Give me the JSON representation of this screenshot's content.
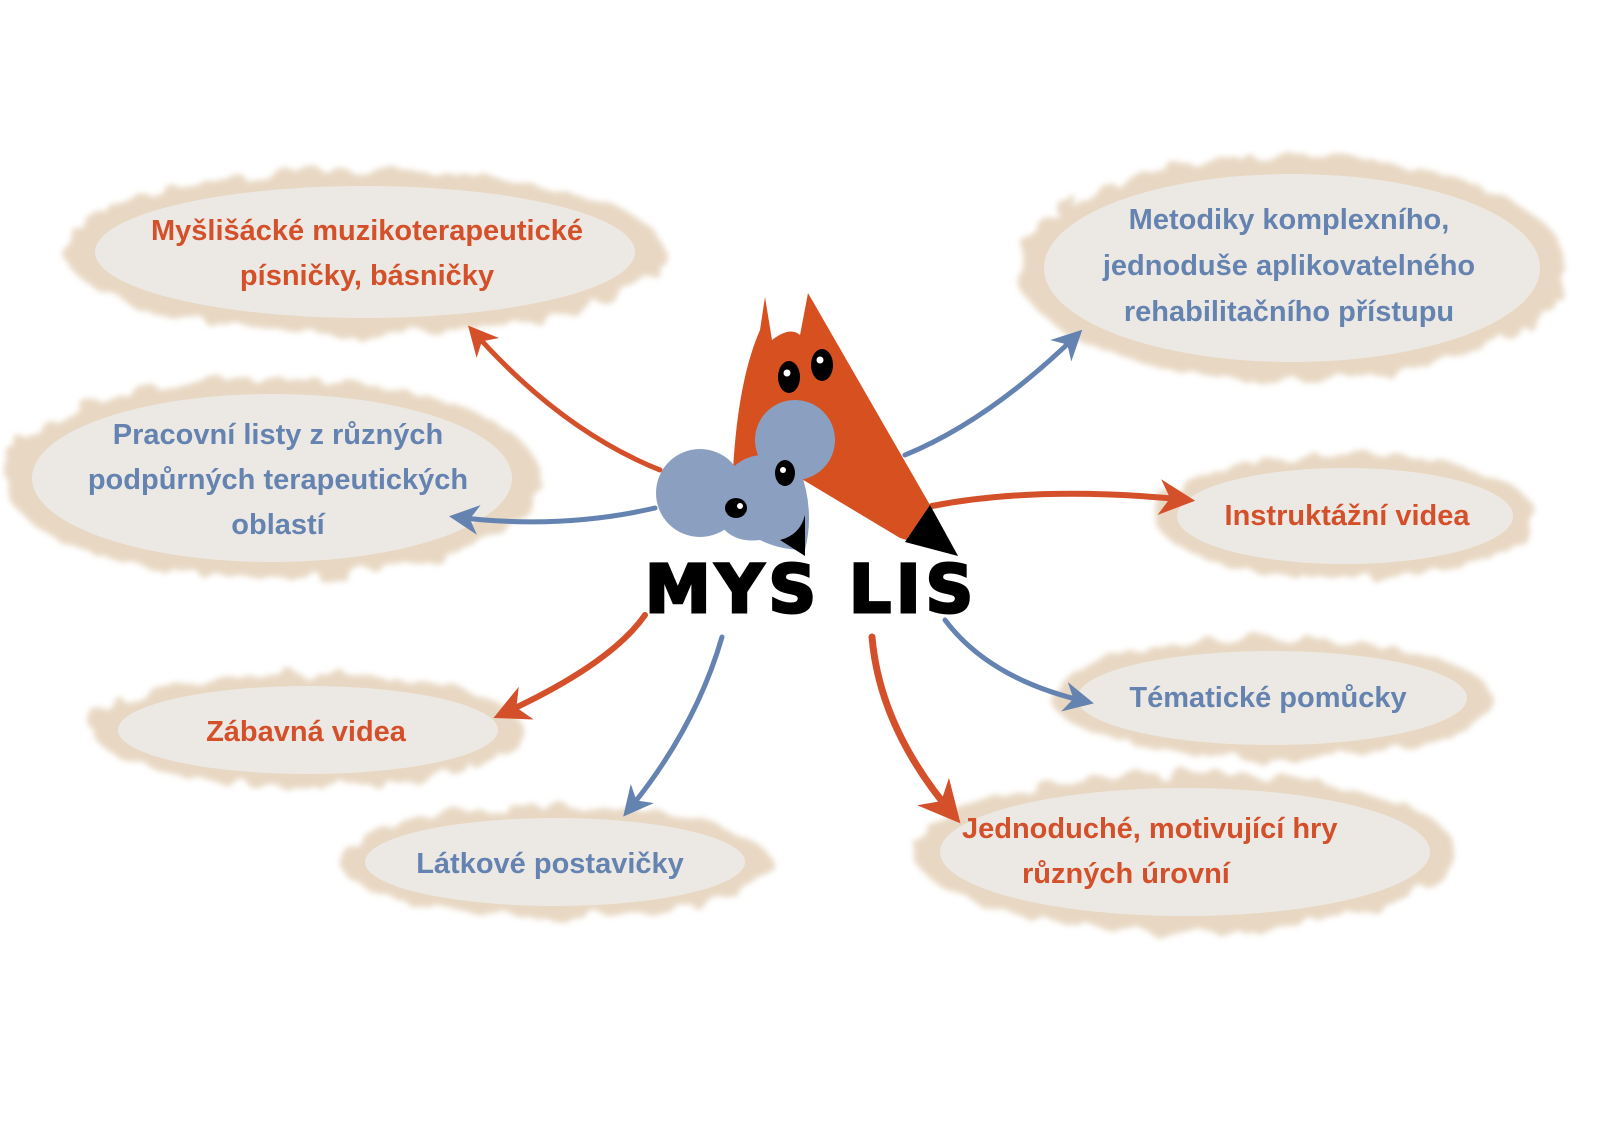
{
  "logo": {
    "text": "MYS LIS"
  },
  "colors": {
    "orange": "#d4502a",
    "blue": "#6583b0",
    "mouse": "#8ba0c0",
    "blob": "#ece9e4",
    "blob_edge": "#e6d6c0"
  },
  "nodes": {
    "songs": {
      "lines": [
        "Myšlišácké muzikoterapeutické",
        "písničky, básničky"
      ]
    },
    "worksheets": {
      "lines": [
        "Pracovní listy z různých",
        "podpůrných terapeutických",
        "oblastí"
      ]
    },
    "fun_videos": {
      "lines": [
        "Zábavná videa"
      ]
    },
    "fabric_figures": {
      "lines": [
        "Látkové postavičky"
      ]
    },
    "methods": {
      "lines": [
        "Metodiky komplexního,",
        "jednoduše aplikovatelného",
        "rehabilitačního přístupu"
      ]
    },
    "instruction_videos": {
      "lines": [
        "Instruktážní videa"
      ]
    },
    "theme_aids": {
      "lines": [
        "Tématické pomůcky"
      ]
    },
    "games": {
      "lines": [
        "Jednoduché, motivující hry",
        "různých úrovní"
      ]
    }
  }
}
